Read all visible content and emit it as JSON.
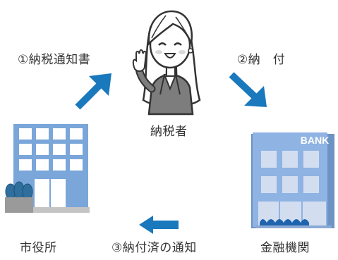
{
  "labels": {
    "notice": "①納税通知書",
    "payment": "②納　付",
    "taxpayer": "納税者",
    "cityhall": "市役所",
    "done_notice": "③納付済の通知",
    "bank": "金融機関",
    "bank_sign": "BANK"
  },
  "colors": {
    "arrow": "#1a78bd",
    "building": "#7aa6d9",
    "window": "#ffffff",
    "bank_facade": "#8fb3e3",
    "bank_window": "#d2def0",
    "bank_awning": "#1e63ad",
    "tree": "#2f6f9e",
    "text": "#333333"
  },
  "icons": [
    "woman-taxpayer-icon",
    "city-hall-building-icon",
    "bank-building-icon",
    "arrow-up-right-icon",
    "arrow-down-right-icon",
    "arrow-left-icon"
  ]
}
